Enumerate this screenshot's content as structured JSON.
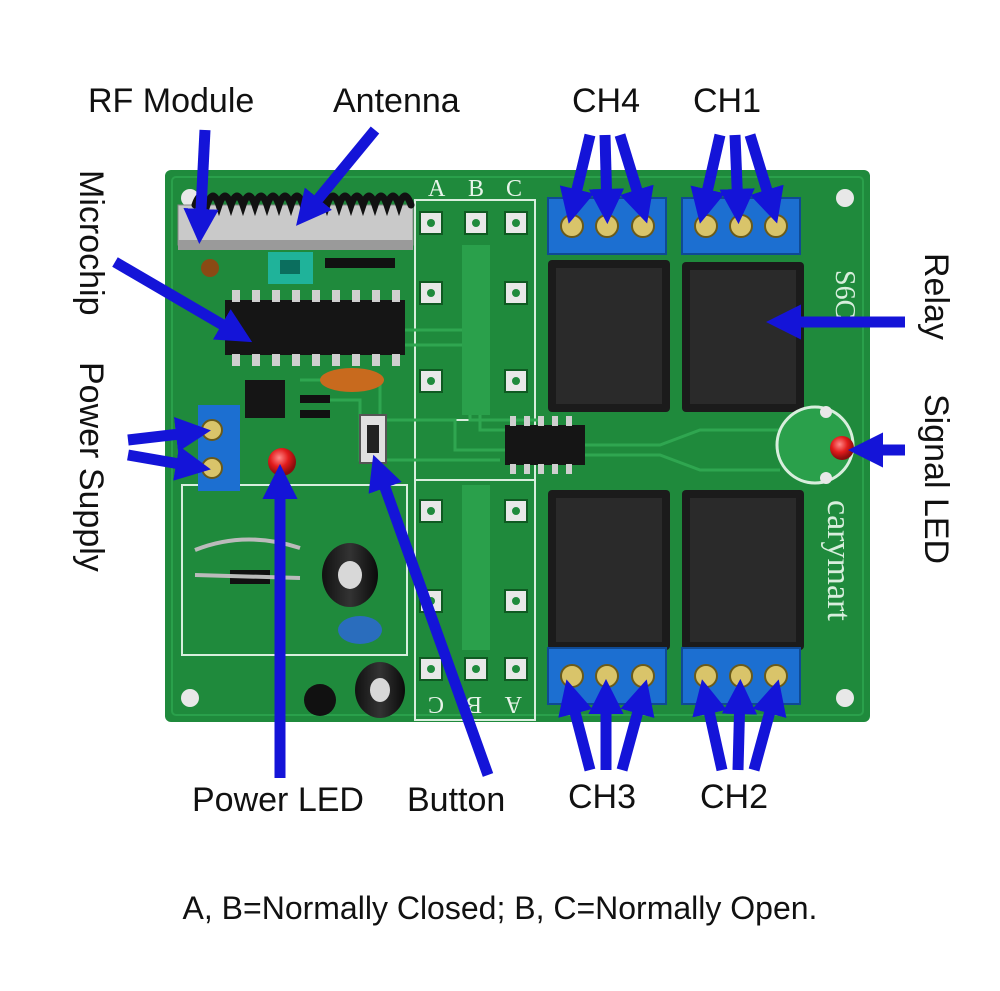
{
  "labels": {
    "rf_module": "RF Module",
    "antenna": "Antenna",
    "ch4": "CH4",
    "ch1": "CH1",
    "ch3": "CH3",
    "ch2": "CH2",
    "microchip": "Microchip",
    "power_supply": "Power Supply",
    "relay": "Relay",
    "signal_led": "Signal LED",
    "power_led": "Power LED",
    "button": "Button"
  },
  "board_text": {
    "top_abc": [
      "A",
      "B",
      "C"
    ],
    "bottom_abc": [
      "C",
      "B",
      "A"
    ],
    "brand": "carymart",
    "model": "S6C"
  },
  "caption": "A, B=Normally Closed; B, C=Normally Open.",
  "colors": {
    "pcb": "#1f8a3c",
    "pcb_dark": "#156e2c",
    "arrow": "#1414d8",
    "terminal": "#1c6fd1",
    "relay": "#1b1b1b",
    "led": "#e21b1b"
  }
}
